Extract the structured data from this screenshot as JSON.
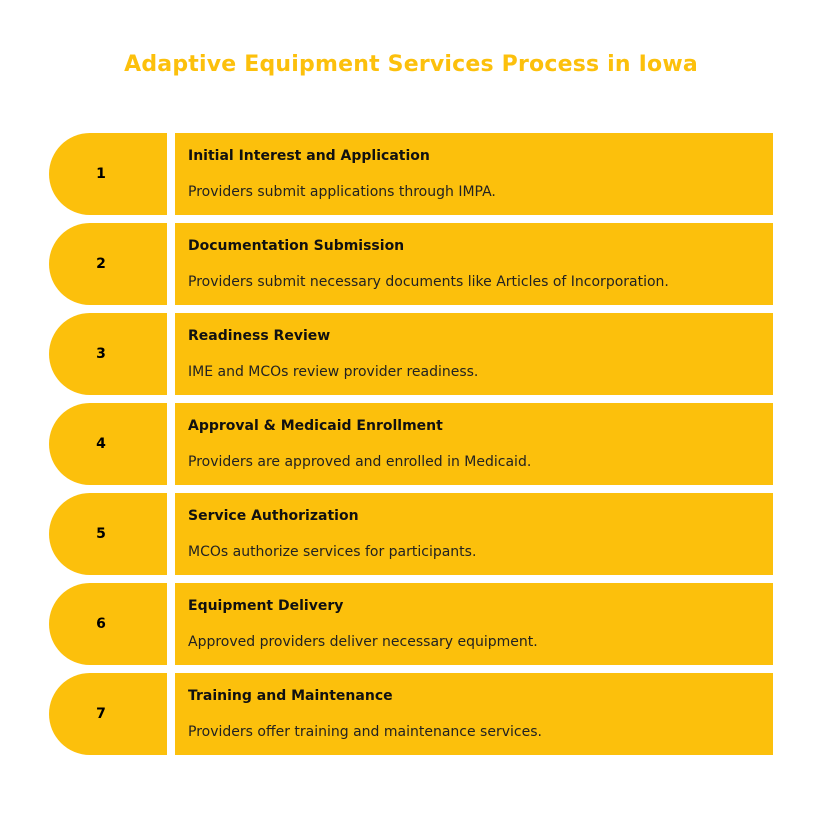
{
  "title": "Adaptive Equipment Services Process in Iowa",
  "colors": {
    "accent": "#fcc00c",
    "background": "#ffffff",
    "text": "#111111"
  },
  "steps": [
    {
      "number": "1",
      "title": "Initial Interest and Application",
      "description": "Providers submit applications through IMPA."
    },
    {
      "number": "2",
      "title": "Documentation Submission",
      "description": "Providers submit necessary documents like Articles of Incorporation."
    },
    {
      "number": "3",
      "title": "Readiness Review",
      "description": "IME and MCOs review provider readiness."
    },
    {
      "number": "4",
      "title": "Approval & Medicaid Enrollment",
      "description": "Providers are approved and enrolled in Medicaid."
    },
    {
      "number": "5",
      "title": "Service Authorization",
      "description": "MCOs authorize services for participants."
    },
    {
      "number": "6",
      "title": "Equipment Delivery",
      "description": "Approved providers deliver necessary equipment."
    },
    {
      "number": "7",
      "title": "Training and Maintenance",
      "description": "Providers offer training and maintenance services."
    }
  ]
}
